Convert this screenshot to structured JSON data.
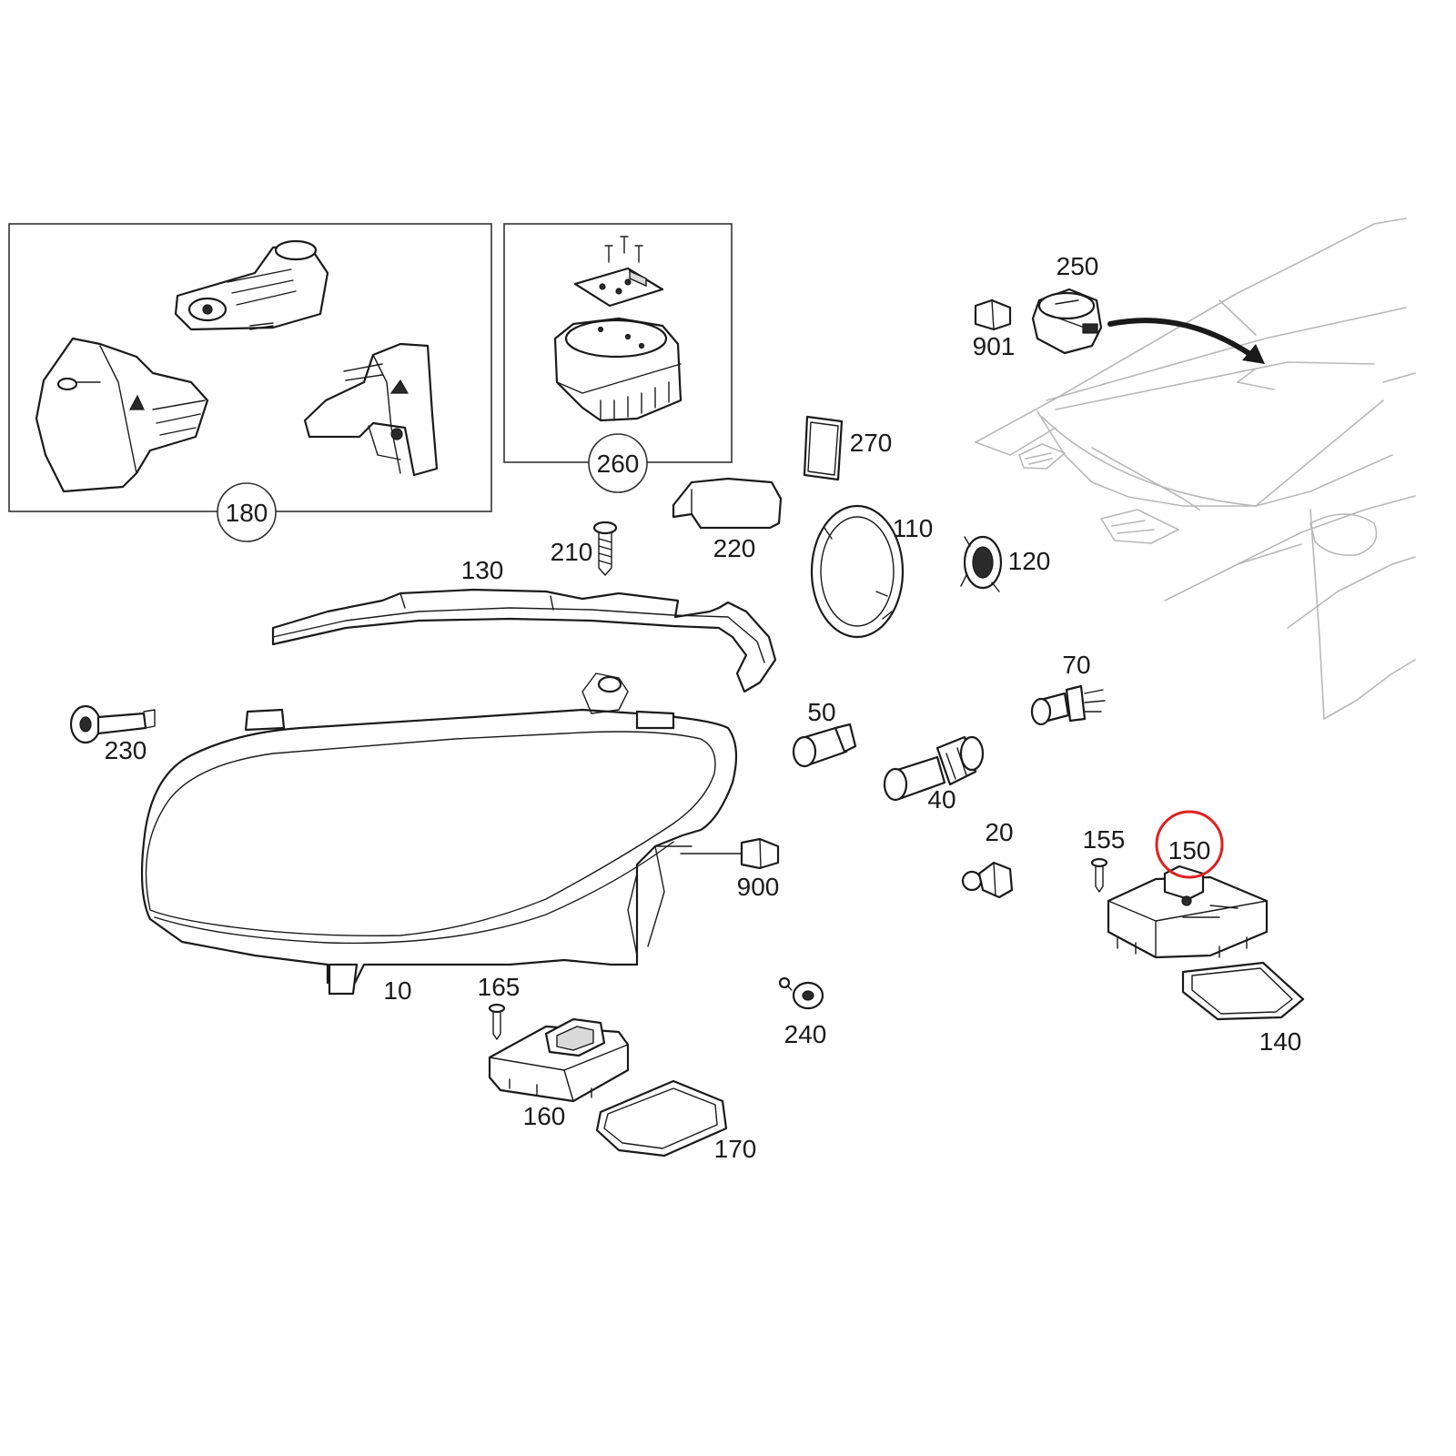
{
  "diagram": {
    "group_labels": {
      "180": "180",
      "260": "260"
    },
    "labels": {
      "250": "250",
      "901": "901",
      "270": "270",
      "110": "110",
      "120": "120",
      "210": "210",
      "220": "220",
      "130": "130",
      "70": "70",
      "50": "50",
      "40": "40",
      "230": "230",
      "900": "900",
      "20": "20",
      "155": "155",
      "150": "150",
      "10": "10",
      "165": "165",
      "240": "240",
      "140": "140",
      "160": "160",
      "170": "170"
    },
    "highlight": {
      "part": "150",
      "color": "#e02020"
    }
  }
}
